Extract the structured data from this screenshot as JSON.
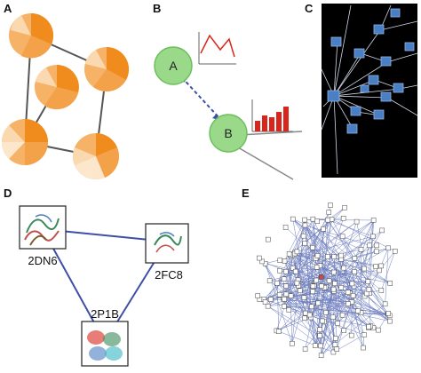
{
  "panels": {
    "a": {
      "label": "A"
    },
    "b": {
      "label": "B",
      "node_a_label": "A",
      "node_b_label": "B"
    },
    "c": {
      "label": "C"
    },
    "d": {
      "label": "D",
      "structures": [
        {
          "id": "2DN6"
        },
        {
          "id": "2FC8"
        },
        {
          "id": "2P1B"
        }
      ]
    },
    "e": {
      "label": "E"
    }
  },
  "colors": {
    "pie_dark": "#f08c1e",
    "pie_mid": "#f6b266",
    "pie_light": "#fbd9b0",
    "node_green": "#9ad98a",
    "edge_blue": "#3e4fa8",
    "bar_red": "#d9261c",
    "black_bg": "#000000",
    "cube_blue": "#4a7fc4"
  }
}
